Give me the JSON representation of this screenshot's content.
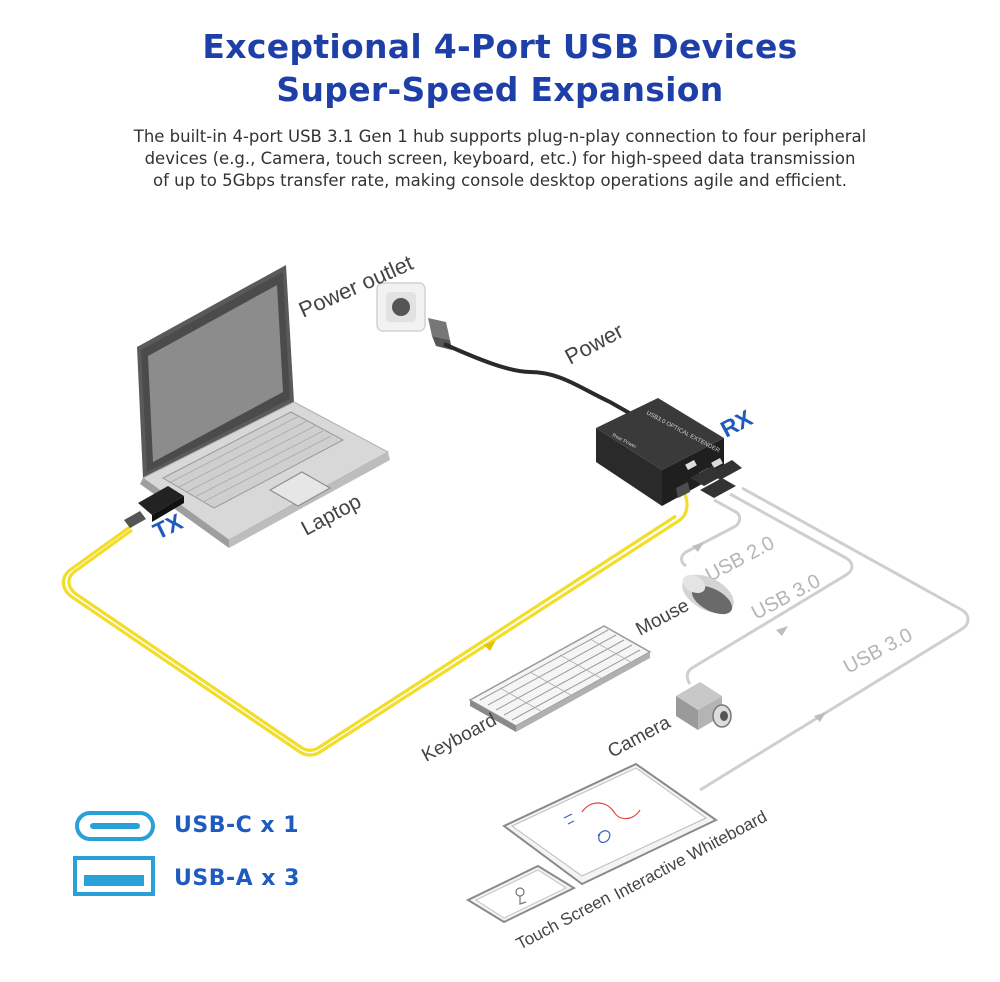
{
  "header": {
    "title_line1": "Exceptional 4-Port USB Devices",
    "title_line2": "Super-Speed Expansion",
    "desc_line1": "The built-in 4-port USB 3.1 Gen 1 hub supports plug-n-play connection to four peripheral",
    "desc_line2": "devices (e.g., Camera, touch screen, keyboard, etc.) for high-speed data transmission",
    "desc_line3": "of up to 5Gbps transfer rate, making console desktop operations agile and efficient."
  },
  "diagram": {
    "power_outlet": "Power outlet",
    "power": "Power",
    "laptop": "Laptop",
    "tx": "TX",
    "rx": "RX",
    "device_text_top": "USB3.0 OPTICAL EXTENDER",
    "device_text_small": "Rear Power",
    "usb20": "USB 2.0",
    "usb30_a": "USB 3.0",
    "usb30_b": "USB 3.0",
    "mouse": "Mouse",
    "keyboard": "Keyboard",
    "camera": "Camera",
    "touch_screen": "Touch Screen",
    "whiteboard": "Interactive Whiteboard"
  },
  "legend": {
    "usbc": "USB-C x 1",
    "usba": "USB-A x 3"
  },
  "colors": {
    "title": "#1f3fa8",
    "accent": "#1f5bbf",
    "fiber": "#f2dd2b",
    "cable_grey": "#cfcfcf"
  }
}
